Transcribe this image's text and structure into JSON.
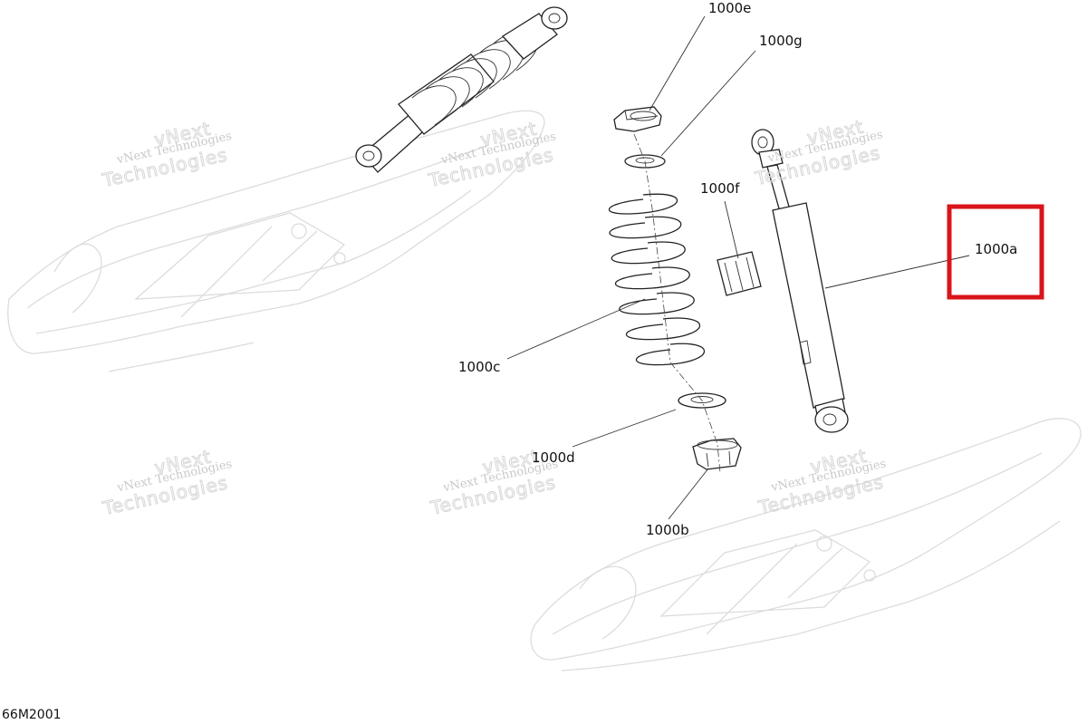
{
  "callouts": {
    "part_1000a": "1000a",
    "part_1000b": "1000b",
    "part_1000c": "1000c",
    "part_1000d": "1000d",
    "part_1000e": "1000e",
    "part_1000f": "1000f",
    "part_1000g": "1000g"
  },
  "diagram_code": "66M2001",
  "watermark": {
    "line1": "vNext Technologies",
    "line2": "vNext",
    "line3": "Technologies"
  },
  "highlight_color": "#d9141b"
}
